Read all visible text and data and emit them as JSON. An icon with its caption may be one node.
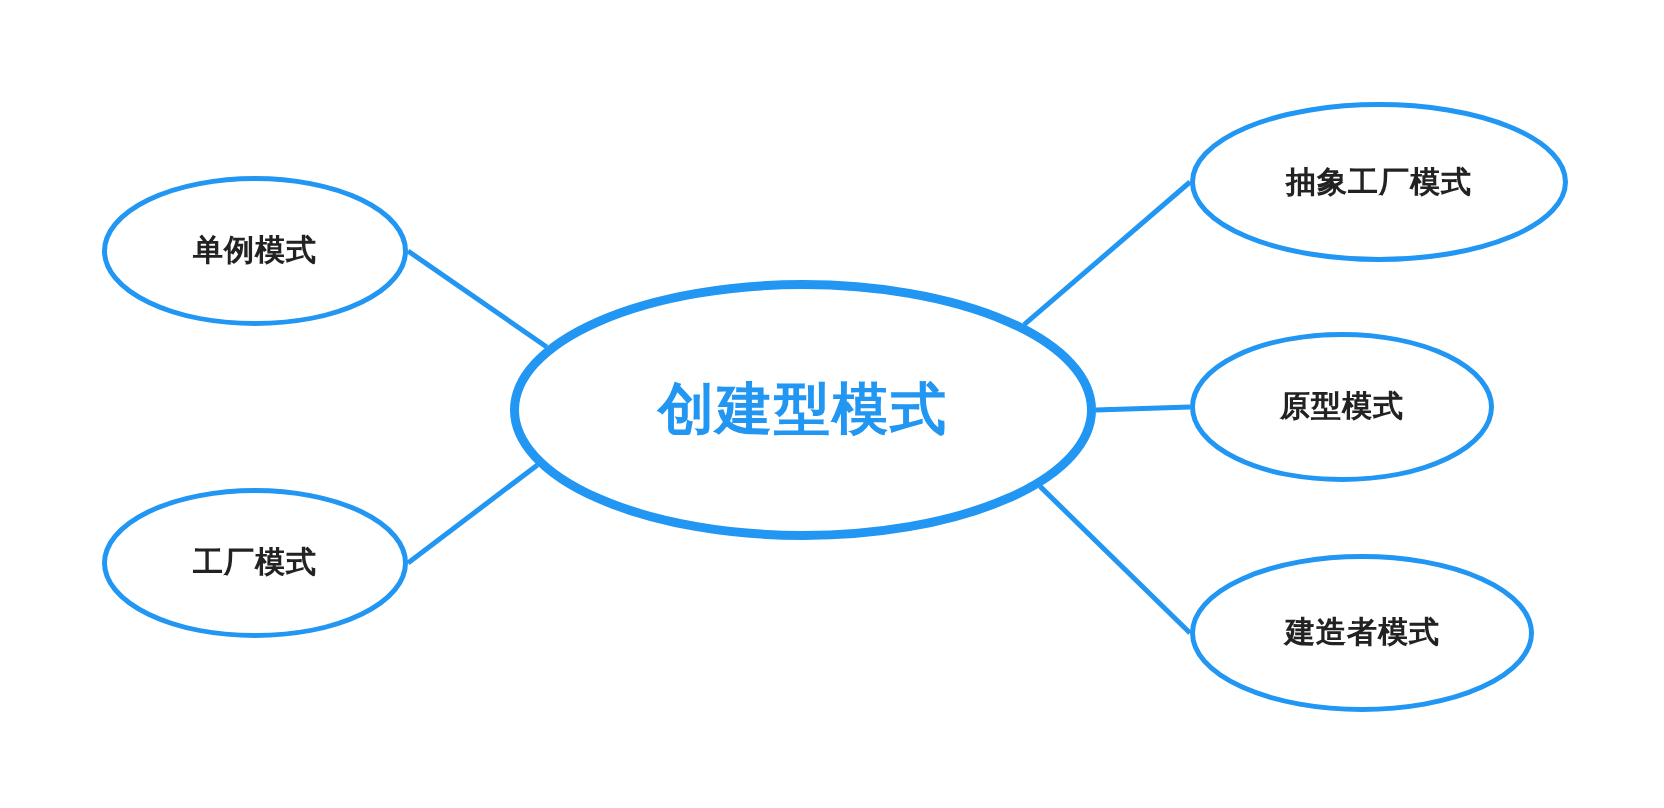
{
  "diagram": {
    "nodes": [
      {
        "text": [
          "创建型模式"
        ]
      },
      {
        "text": [
          "单例模式"
        ]
      },
      {
        "text": [
          "工厂模式"
        ]
      },
      {
        "text": [
          "抽象工厂模式"
        ]
      },
      {
        "text": [
          "原型模式"
        ]
      },
      {
        "text": [
          "建造者模式"
        ]
      }
    ],
    "edges": [
      {
        "from": 0,
        "to": 1,
        "arrow": "none"
      },
      {
        "from": 0,
        "to": 2,
        "arrow": "none"
      },
      {
        "from": 0,
        "to": 3,
        "arrow": "none"
      },
      {
        "from": 0,
        "to": 4,
        "arrow": "none"
      },
      {
        "from": 0,
        "to": 5,
        "arrow": "none"
      }
    ]
  }
}
